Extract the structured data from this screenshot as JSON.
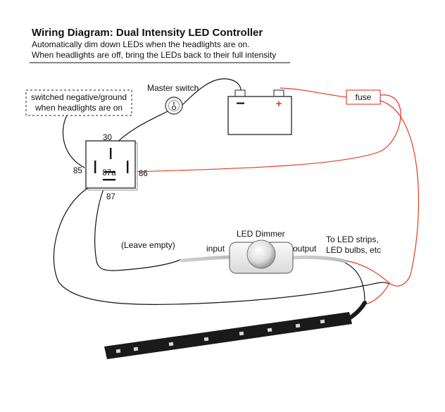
{
  "header": {
    "title": "Wiring Diagram: Dual Intensity LED Controller",
    "line1": "Automatically dim down LEDs when the headlights are on.",
    "line2": "When headlights are off, bring the LEDs back to their full intensity"
  },
  "labels": {
    "switched_line1": "switched negative/ground",
    "switched_line2": "when headlights are on",
    "master_switch": "Master switch",
    "fuse": "fuse",
    "battery_minus": "−",
    "battery_plus": "+",
    "pin_30": "30",
    "pin_85": "85",
    "pin_87a": "87a",
    "pin_86": "86",
    "pin_87": "87",
    "led_dimmer": "LED Dimmer",
    "leave_empty": "(Leave empty)",
    "input": "input",
    "output": "output",
    "to_led_line1": "To LED strips,",
    "to_led_line2": "LED bulbs, etc"
  },
  "colors": {
    "wire_black": "#111111",
    "wire_red": "#e23b22",
    "battery_plus": "#e23b22",
    "strip": "#1a1a1a",
    "led": "#d8d8d8"
  }
}
